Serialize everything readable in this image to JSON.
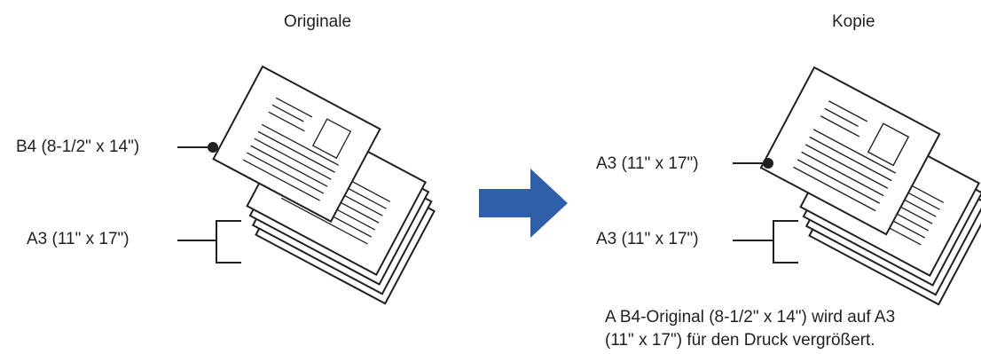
{
  "titles": {
    "originals": "Originale",
    "copy": "Kopie"
  },
  "labels": {
    "b4_original": "B4 (8-1/2\" x 14\")",
    "a3_original": "A3 (11\" x 17\")",
    "a3_copy_top": "A3 (11\" x 17\")",
    "a3_copy_bottom": "A3 (11\" x 17\")"
  },
  "caption": {
    "line1": "A B4-Original (8-1/2\" x 14\") wird auf A3",
    "line2": "(11\" x 17\") für den Druck vergrößert."
  },
  "colors": {
    "arrow": "#2f5fa8",
    "ink": "#231f20",
    "paper": "#ffffff"
  },
  "icons": {
    "arrow": "right-arrow-icon",
    "stack": "paper-stack-icon",
    "document": "document-page-icon"
  }
}
